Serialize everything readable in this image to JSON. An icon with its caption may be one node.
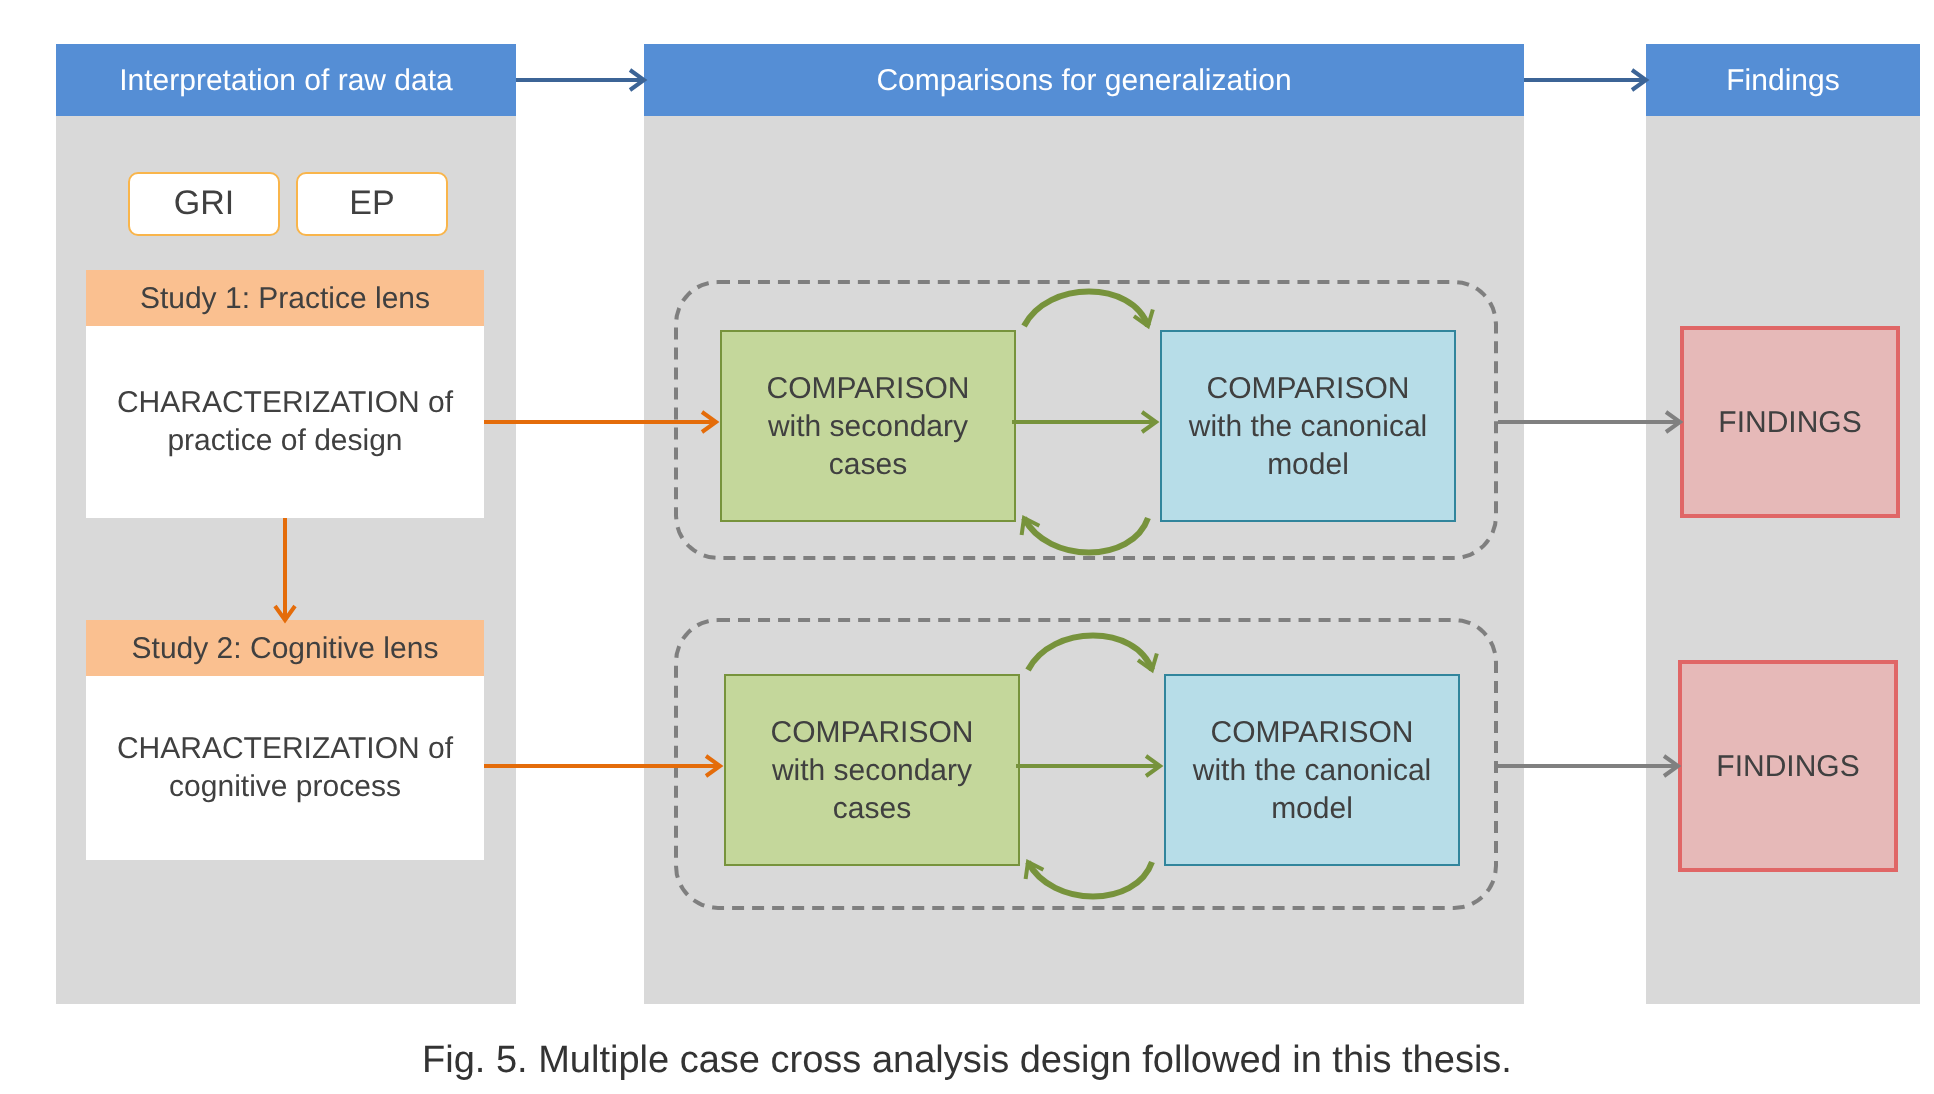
{
  "diagram": {
    "caption": "Fig. 5. Multiple case cross analysis design followed in this thesis.",
    "nodes": [
      {
        "text": [
          "Interpretation of raw data"
        ]
      },
      {
        "text": [
          "GRI"
        ],
        "in": 0
      },
      {
        "text": [
          "EP"
        ],
        "in": 0
      },
      {
        "text": [
          "Study 1: Practice lens",
          "CHARACTERIZATION of practice of design"
        ],
        "in": 0
      },
      {
        "text": [
          "Study 2: Cognitive lens",
          "CHARACTERIZATION of cognitive process"
        ],
        "in": 0
      },
      {
        "text": [
          "Comparisons for generalization"
        ]
      },
      {
        "text": [],
        "shape": "box",
        "in": 5
      },
      {
        "text": [
          "COMPARISON with secondary cases"
        ],
        "in": 6
      },
      {
        "text": [
          "COMPARISON with the canonical model"
        ],
        "in": 6
      },
      {
        "text": [],
        "shape": "box",
        "in": 5
      },
      {
        "text": [
          "COMPARISON with secondary cases"
        ],
        "in": 9
      },
      {
        "text": [
          "COMPARISON with the canonical model"
        ],
        "in": 9
      },
      {
        "text": [
          "Findings"
        ]
      },
      {
        "text": [
          "FINDINGS"
        ],
        "in": 12
      },
      {
        "text": [
          "FINDINGS"
        ],
        "in": 12
      }
    ],
    "edges": [
      {
        "from": 0,
        "to": 5,
        "arrow": "to",
        "color": "#3c6496"
      },
      {
        "from": 5,
        "to": 12,
        "arrow": "to",
        "color": "#3c6496"
      },
      {
        "from": 3,
        "to": 4,
        "arrow": "to",
        "color": "#e46c0a"
      },
      {
        "from": 3,
        "to": 7,
        "arrow": "to",
        "color": "#e46c0a"
      },
      {
        "from": 7,
        "to": 8,
        "arrow": "to"
      },
      {
        "from": 7,
        "to": 8,
        "arrow": "to"
      },
      {
        "from": 8,
        "to": 7,
        "arrow": "to"
      },
      {
        "from": 6,
        "to": 13,
        "arrow": "to",
        "color": "#808080"
      },
      {
        "from": 4,
        "to": 10,
        "arrow": "to",
        "color": "#e46c0a"
      },
      {
        "from": 10,
        "to": 11,
        "arrow": "to"
      },
      {
        "from": 10,
        "to": 11,
        "arrow": "to"
      },
      {
        "from": 11,
        "to": 10,
        "arrow": "to"
      },
      {
        "from": 9,
        "to": 14,
        "arrow": "to",
        "color": "#808080"
      }
    ]
  }
}
